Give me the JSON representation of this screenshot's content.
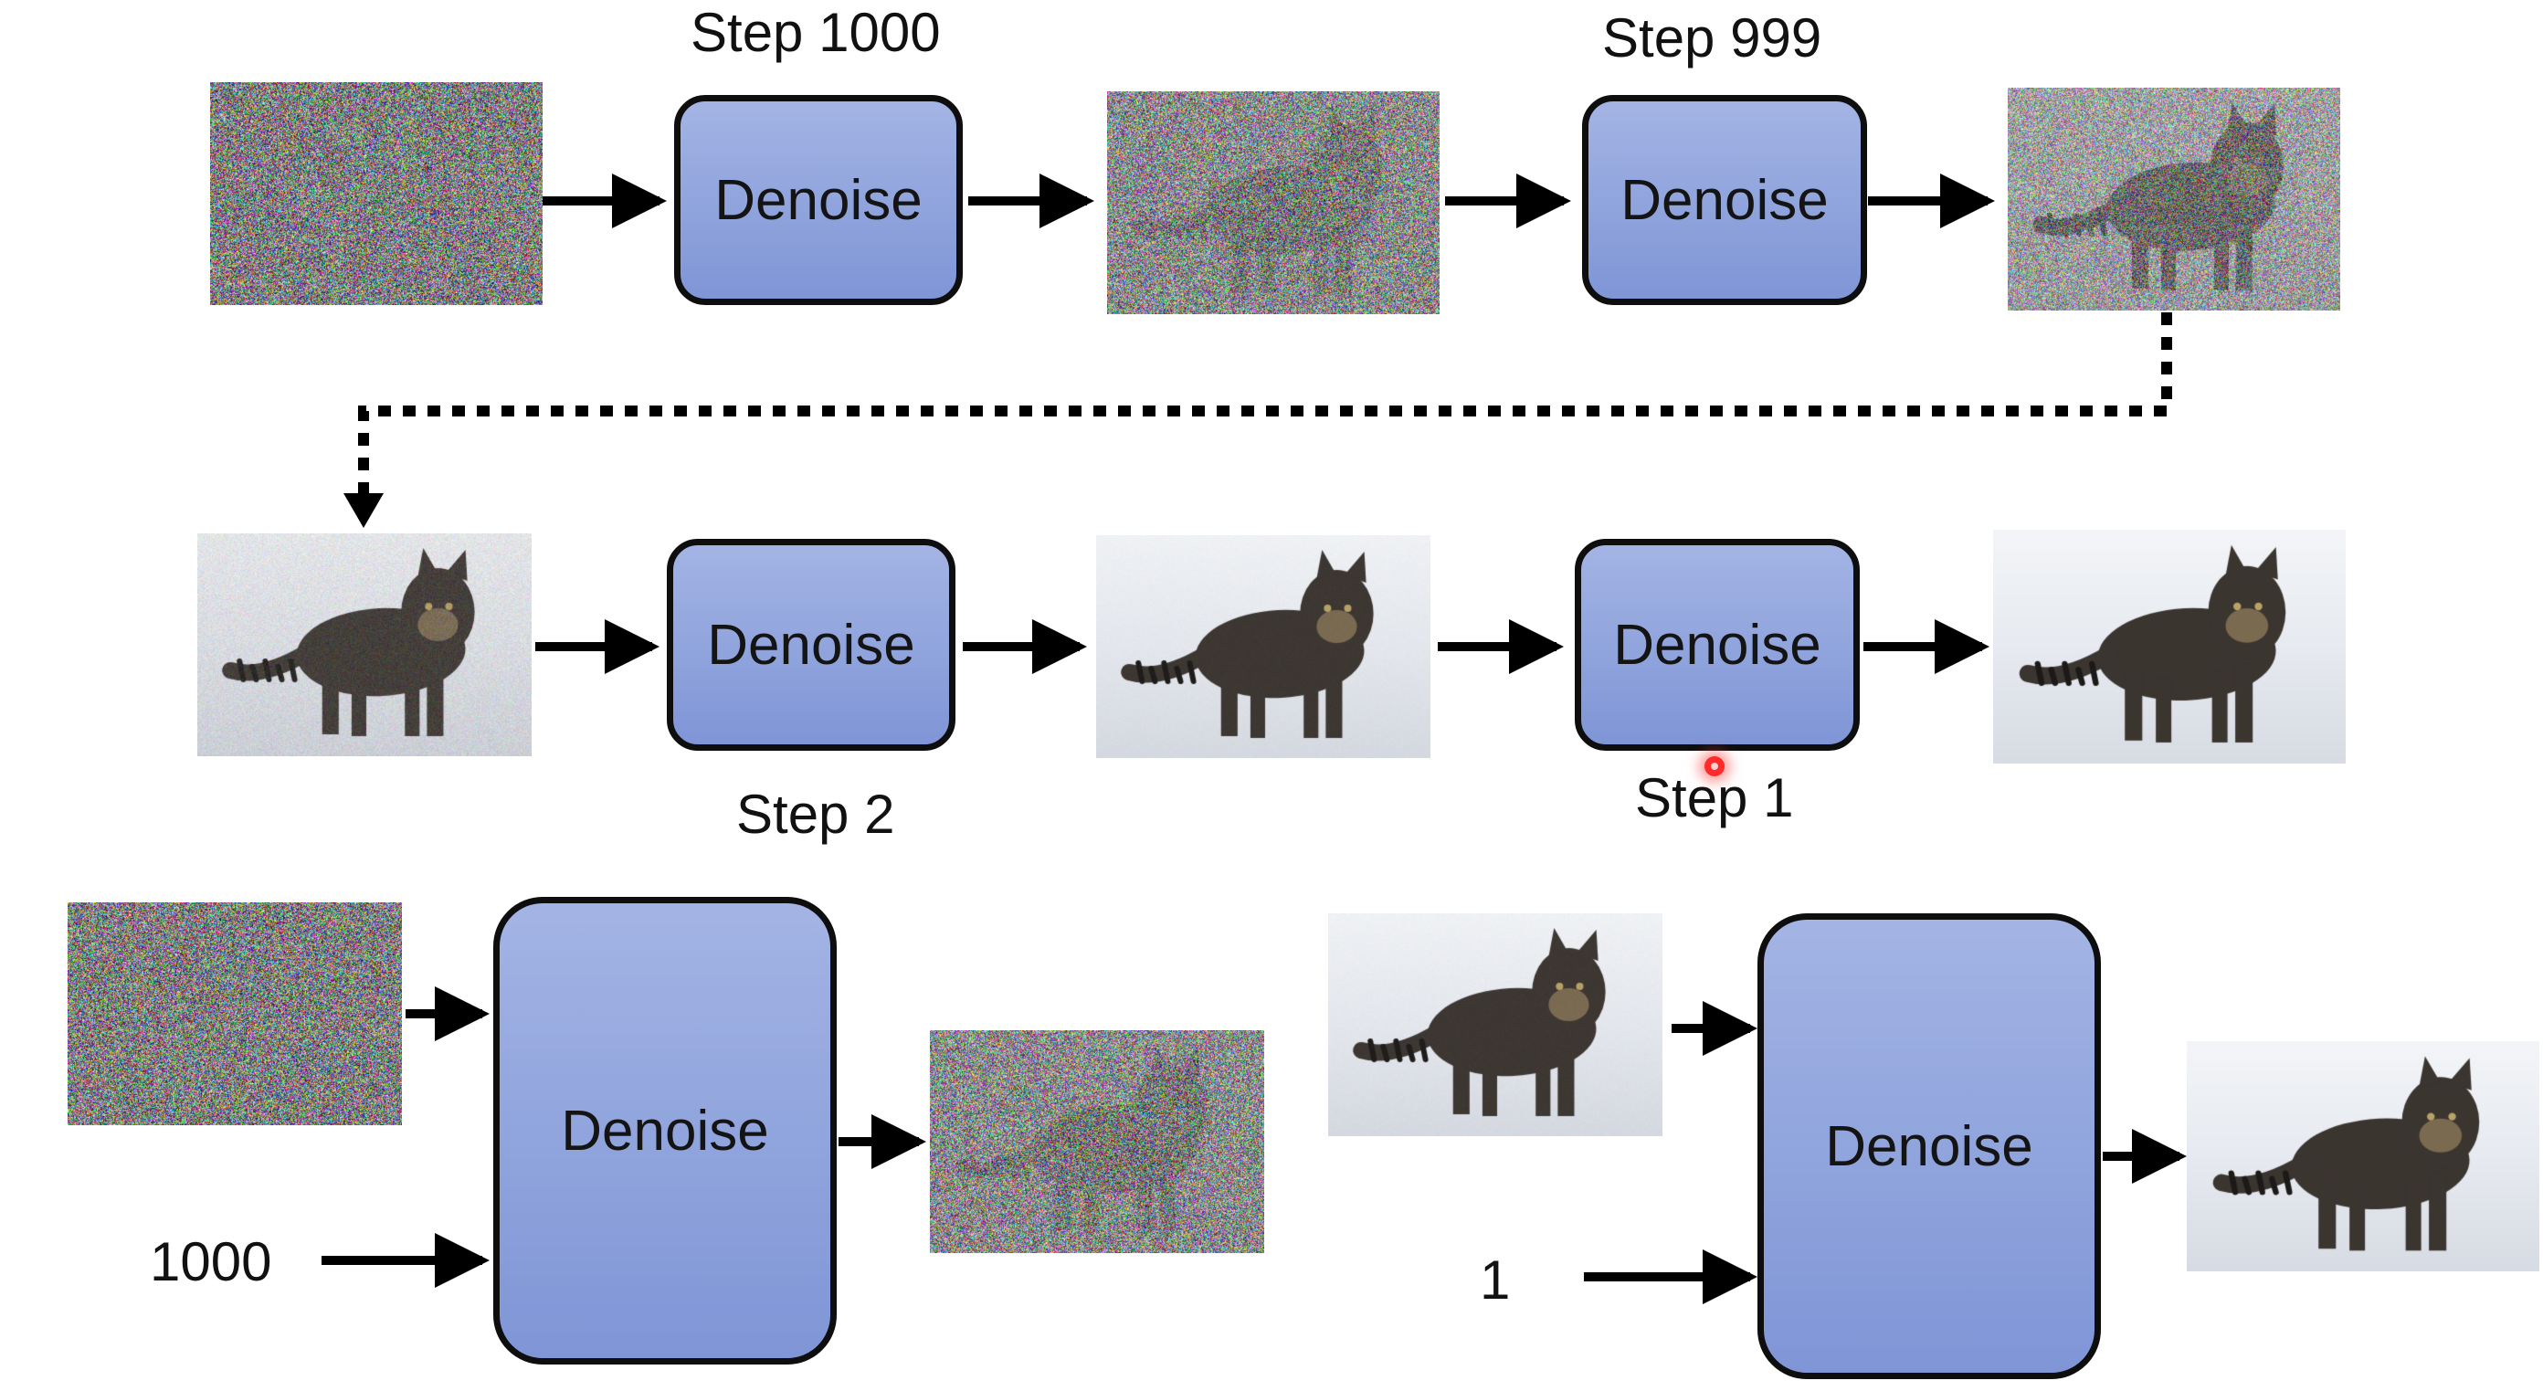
{
  "colors": {
    "box_top": "#a3b4e4",
    "box_bottom": "#7f95d6",
    "border": "#0e0e0e",
    "arrow": "#000000",
    "snow": "#e7eaf0",
    "cat": "#3b3530",
    "pointer": "#ff2a2a"
  },
  "row1": {
    "step_a_label": "Step 1000",
    "step_b_label": "Step 999",
    "box_a_label": "Denoise",
    "box_b_label": "Denoise"
  },
  "row2": {
    "step_a_label": "Step 2",
    "step_b_label": "Step 1",
    "box_a_label": "Denoise",
    "box_b_label": "Denoise"
  },
  "bottom_left": {
    "step_input": "1000",
    "box_label": "Denoise"
  },
  "bottom_right": {
    "step_input": "1",
    "box_label": "Denoise"
  },
  "images": [
    {
      "id": "r1-input",
      "noise": 1.0
    },
    {
      "id": "r1-mid",
      "noise": 0.9
    },
    {
      "id": "r1-out",
      "noise": 0.72
    },
    {
      "id": "r2-input",
      "noise": 0.14
    },
    {
      "id": "r2-mid",
      "noise": 0.03
    },
    {
      "id": "r2-out",
      "noise": 0.0
    },
    {
      "id": "bl-input",
      "noise": 1.0
    },
    {
      "id": "bl-out",
      "noise": 0.9
    },
    {
      "id": "br-input",
      "noise": 0.03
    },
    {
      "id": "br-out",
      "noise": 0.0
    }
  ]
}
